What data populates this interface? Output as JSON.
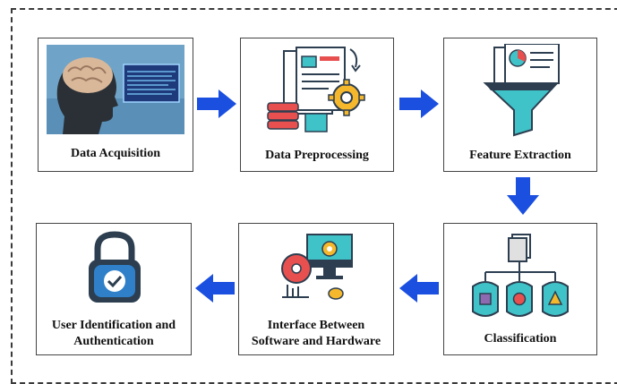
{
  "diagram": {
    "steps": [
      {
        "label": "Data Acquisition",
        "icon": "brain-scan-icon"
      },
      {
        "label": "Data Preprocessing",
        "icon": "document-gear-icon"
      },
      {
        "label": "Feature Extraction",
        "icon": "funnel-chart-icon"
      },
      {
        "label": "Classification",
        "icon": "hierarchy-icon"
      },
      {
        "label_line1": "Interface Between",
        "label_line2": "Software and Hardware",
        "icon": "computer-interface-icon"
      },
      {
        "label_line1": "User Identification and",
        "label_line2": "Authentication",
        "icon": "padlock-check-icon"
      }
    ],
    "colors": {
      "arrow": "#1a4fe0",
      "accent_red": "#e8504f",
      "accent_yellow": "#f5b82c",
      "accent_teal": "#3fc3c8",
      "dark_navy": "#2c3e50",
      "shield_blue": "#2f80c9"
    }
  }
}
